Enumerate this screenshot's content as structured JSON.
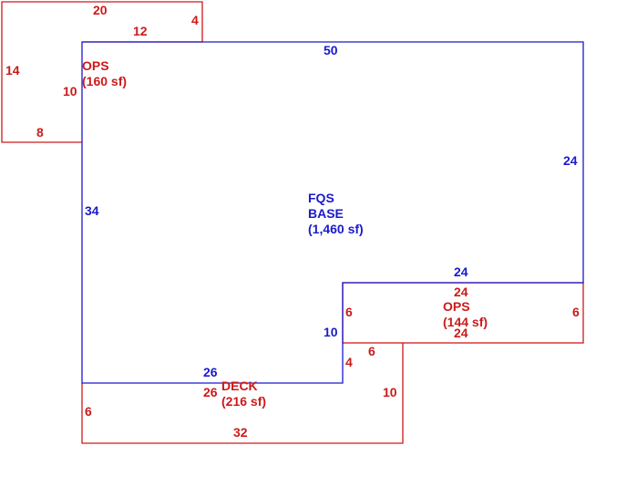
{
  "colors": {
    "base": "#1a1acc",
    "addition": "#cc1a1a"
  },
  "areas": {
    "base": {
      "name_line1": "FQS",
      "name_line2": "BASE",
      "area": "(1,460 sf)"
    },
    "ops_top": {
      "name": "OPS",
      "area": "(160 sf)"
    },
    "ops_right": {
      "name": "OPS",
      "area": "(144 sf)"
    },
    "deck": {
      "name": "DECK",
      "area": "(216 sf)"
    }
  },
  "dimensions": {
    "base_top": "50",
    "base_right": "24",
    "base_left": "34",
    "base_step_top": "24",
    "base_step_vertical": "10",
    "base_bottom": "26",
    "ops_top_top": "20",
    "ops_top_inner_top": "12",
    "ops_top_small_right": "4",
    "ops_top_left": "14",
    "ops_top_inner_left": "10",
    "ops_top_bottom": "8",
    "ops_right_top": "24",
    "ops_right_bottom": "24",
    "ops_right_left": "6",
    "ops_right_right": "6",
    "deck_top": "26",
    "deck_left": "6",
    "deck_bottom": "32",
    "deck_right": "10",
    "deck_step_top": "6",
    "deck_step_vertical": "4"
  }
}
